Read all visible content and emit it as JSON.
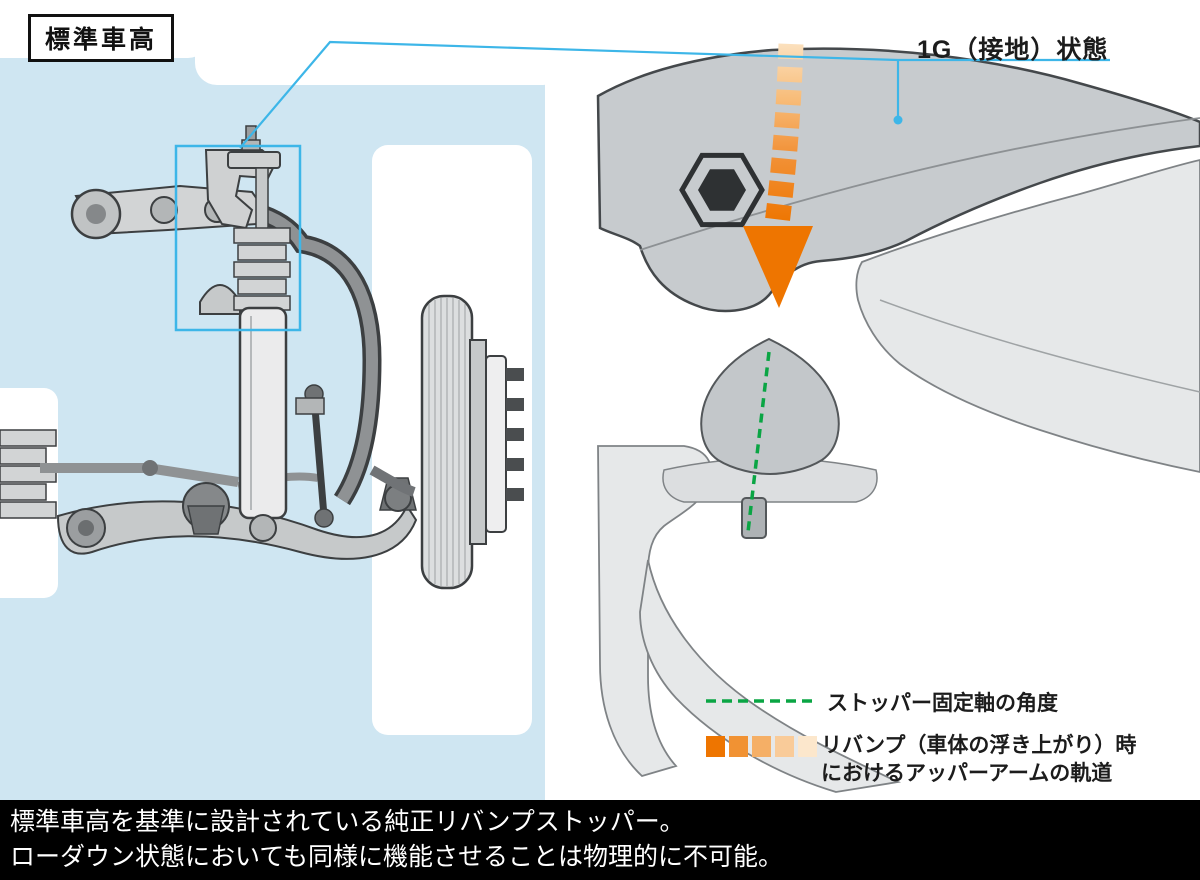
{
  "colors": {
    "panel_blue": "#cfe6f2",
    "accent_cyan": "#3db6e8",
    "arrow_orange": "#ee7500",
    "dash_green": "#0aa544",
    "caption_bg": "#000000",
    "caption_text": "#ffffff"
  },
  "left_panel": {
    "badge_label": "標準車高"
  },
  "right_panel": {
    "state_label": "1G（接地）状態"
  },
  "legend": {
    "green_dash_label": "ストッパー固定軸の角度",
    "orange_label_line1": "リバンプ（車体の浮き上がり）時",
    "orange_label_line2": "におけるアッパーアームの軌道"
  },
  "caption": {
    "line1": "標準車高を基準に設計されている純正リバンプストッパー。",
    "line2": "ローダウン状態においても同様に機能させることは物理的に不可能。"
  }
}
